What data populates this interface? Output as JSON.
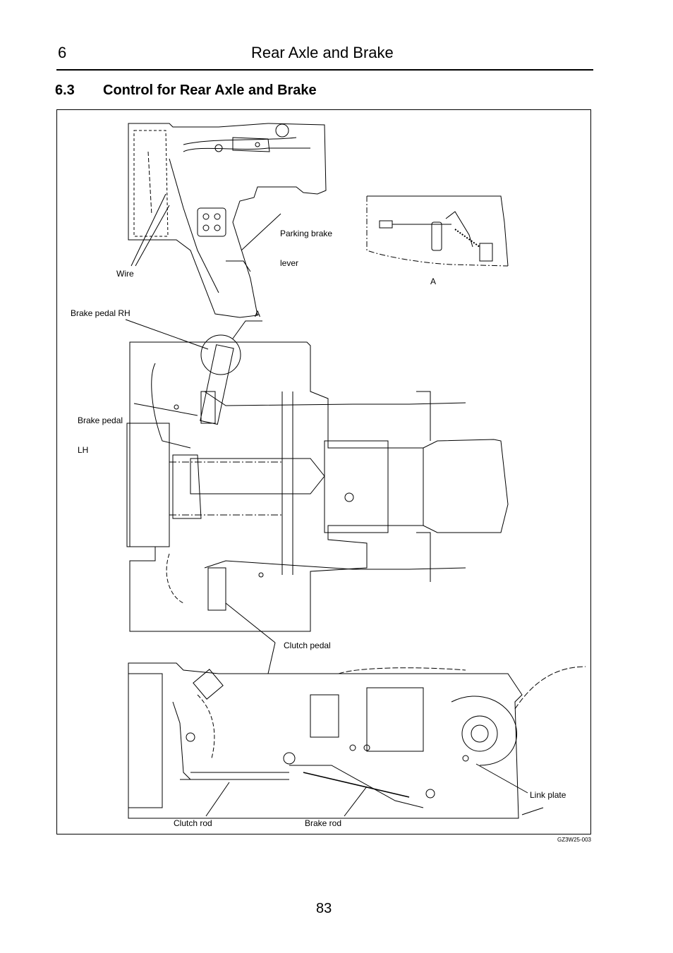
{
  "header": {
    "chapter_number": "6",
    "chapter_title": "Rear Axle and Brake"
  },
  "section": {
    "number": "6.3",
    "title": "Control for Rear Axle and Brake"
  },
  "figure": {
    "labels": {
      "parking_brake_lever_line1": "Parking brake",
      "parking_brake_lever_line2": "lever",
      "wire": "Wire",
      "detail_a": "A",
      "callout_a": "A",
      "brake_pedal_rh": "Brake pedal RH",
      "brake_pedal_lh_line1": "Brake pedal",
      "brake_pedal_lh_line2": "LH",
      "clutch_pedal": "Clutch pedal",
      "link_plate": "Link plate",
      "clutch_rod": "Clutch rod",
      "brake_rod": "Brake rod"
    },
    "code": "GZ3W25-003"
  },
  "footer": {
    "page_number": "83"
  }
}
